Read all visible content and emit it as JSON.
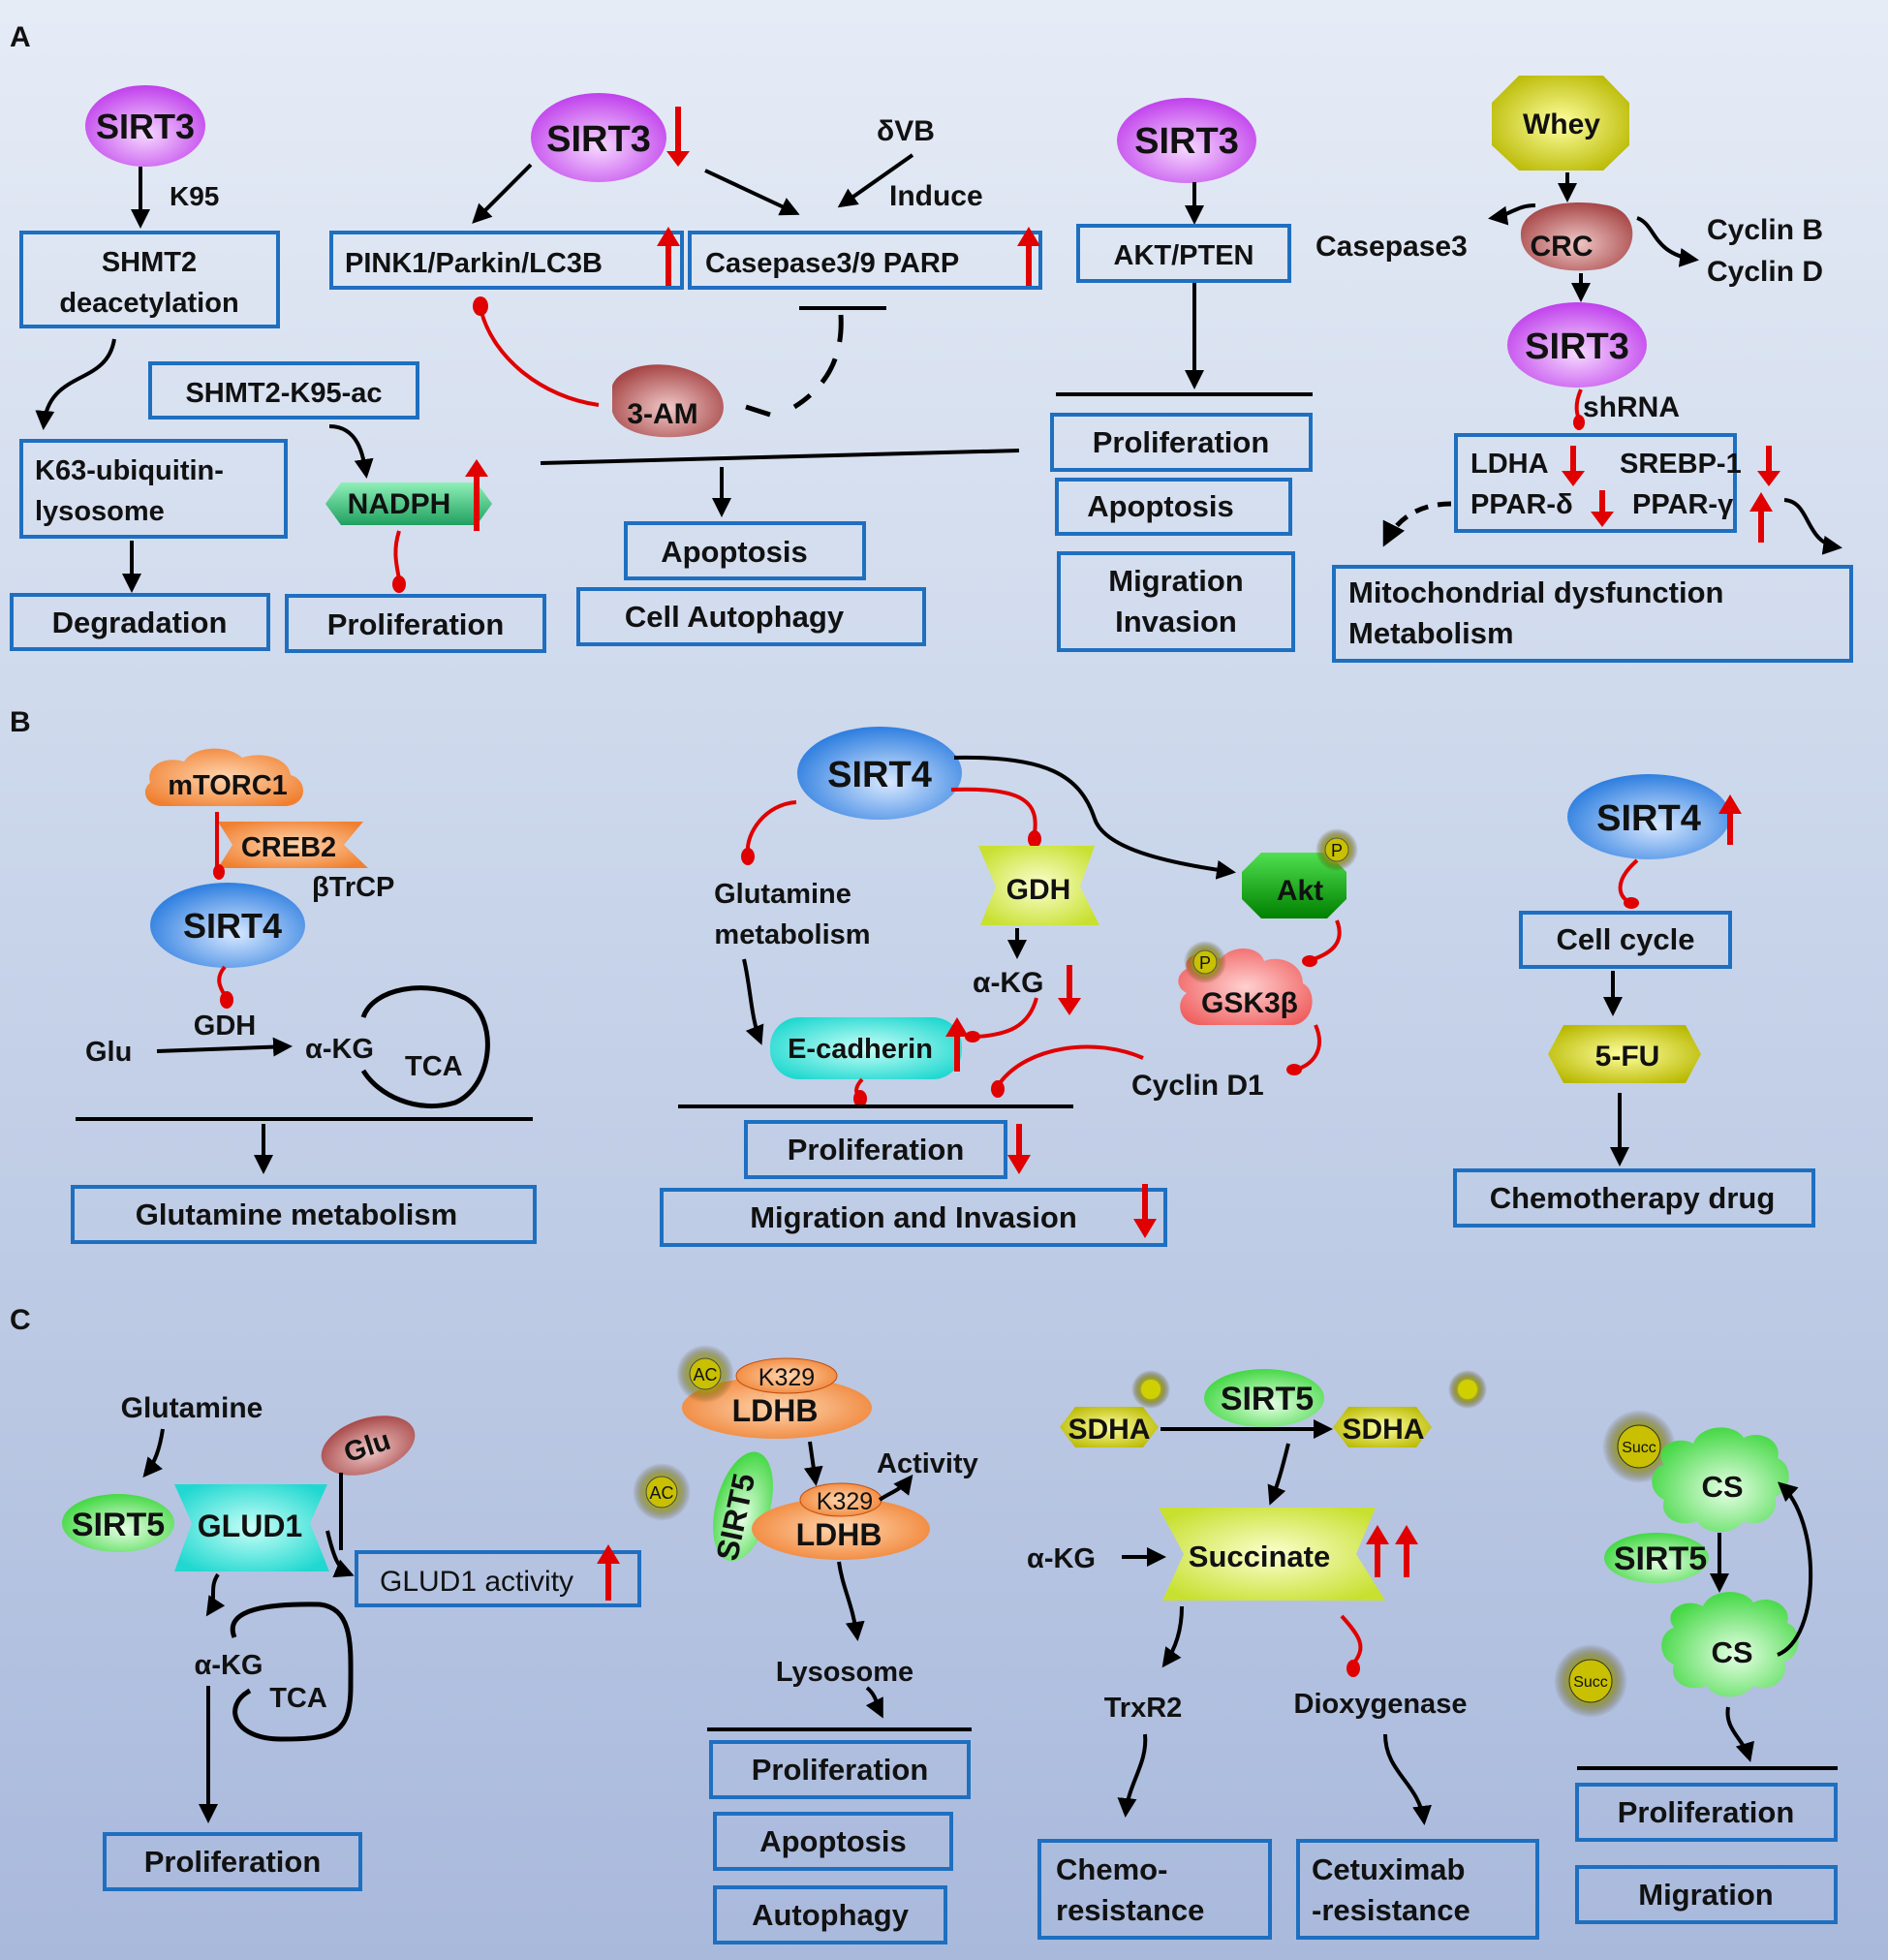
{
  "panels": {
    "a": "A",
    "b": "B",
    "c": "C"
  },
  "panel_a": {
    "sirt3": "SIRT3",
    "k95": "K95",
    "shmt2_deacetylation": [
      "SHMT2",
      "deacetylation"
    ],
    "shmt2_k95_ac": "SHMT2-K95-ac",
    "k63": [
      "K63-ubiquitin-",
      "lysosome"
    ],
    "nadph": "NADPH",
    "degradation": "Degradation",
    "proliferation": "Proliferation",
    "dvb": "δVB",
    "induce": "Induce",
    "pink1": "PINK1/Parkin/LC3B",
    "casepase": "Casepase3/9  PARP",
    "am3": "3-AM",
    "apoptosis": "Apoptosis",
    "autophagy": "Cell Autophagy",
    "akt_pten": "AKT/PTEN",
    "migration": [
      "Migration",
      "Invasion"
    ],
    "whey": "Whey",
    "crc": "CRC",
    "casepase3": "Casepase3",
    "cyclin_b": "Cyclin B",
    "cyclin_d": "Cyclin D",
    "shrna": "shRNA",
    "ldha": "LDHA",
    "srebp": "SREBP-1",
    "ppar_d": "PPAR-δ",
    "ppar_g": "PPAR-γ",
    "mito": [
      "Mitochondrial dysfunction",
      "Metabolism"
    ]
  },
  "panel_b": {
    "mtorc1": "mTORC1",
    "creb2": "CREB2",
    "btrcp": "βTrCP",
    "sirt4": "SIRT4",
    "glu": "Glu",
    "gdh": "GDH",
    "akg": "α-KG",
    "tca": "TCA",
    "glut_metab_box": "Glutamine metabolism",
    "glut_metab": [
      "Glutamine",
      "metabolism"
    ],
    "ecadherin": "E-cadherin",
    "akt": "Akt",
    "gsk3b": "GSK3β",
    "p": "P",
    "cyclin_d1": "Cyclin D1",
    "proliferation": "Proliferation",
    "migration_invasion": "Migration and Invasion",
    "cell_cycle": "Cell cycle",
    "fu5": "5-FU",
    "chemo_drug": "Chemotherapy drug"
  },
  "panel_c": {
    "glutamine": "Glutamine",
    "sirt5": "SIRT5",
    "glud1": "GLUD1",
    "glu": "Glu",
    "glud1_activity": "GLUD1 activity",
    "akg": "α-KG",
    "tca": "TCA",
    "proliferation": "Proliferation",
    "ac": "AC",
    "k329": "K329",
    "ldhb": "LDHB",
    "activity": "Activity",
    "lysosome": "Lysosome",
    "apoptosis": "Apoptosis",
    "autophagy": "Autophagy",
    "sdha": "SDHA",
    "succinate": "Succinate",
    "trxr2": "TrxR2",
    "dioxygenase": "Dioxygenase",
    "chemo": [
      "Chemo-",
      "resistance"
    ],
    "cetux": [
      "Cetuximab",
      "-resistance"
    ],
    "succ": "Succ",
    "cs": "CS",
    "migration": "Migration"
  },
  "colors": {
    "sirt3": "#cc55ee",
    "sirt4": "#2f86e0",
    "sirt5": "#5fe05f",
    "inhibit": "#e00000",
    "box": "#1f6fc0"
  }
}
